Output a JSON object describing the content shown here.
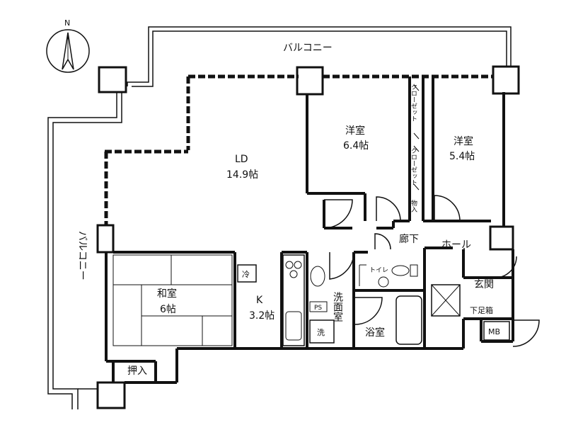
{
  "compass": {
    "north_label": "N"
  },
  "balcony": {
    "top_label": "バルコニー",
    "left_label": "バルコニー"
  },
  "rooms": {
    "ld": {
      "name": "LD",
      "size": "14.9帖"
    },
    "western_a": {
      "name": "洋室",
      "size": "6.4帖"
    },
    "western_b": {
      "name": "洋室",
      "size": "5.4帖"
    },
    "japanese": {
      "name": "和室",
      "size": "6帖"
    },
    "kitchen": {
      "name": "K",
      "size": "3.2帖"
    }
  },
  "labels": {
    "closet_1": "クローゼット",
    "closet_2": "クローゼット",
    "storage_small": "物入",
    "corridor": "廊下",
    "hall": "ホール",
    "toilet": "トイレ",
    "washroom": "洗面室",
    "bathroom": "浴室",
    "entrance": "玄関",
    "shoe_box": "下足箱",
    "mb": "MB",
    "fridge": "冷",
    "oshiire": "押入",
    "washer": "洗",
    "ps": "PS"
  },
  "colors": {
    "line": "#111111",
    "background": "#ffffff"
  }
}
